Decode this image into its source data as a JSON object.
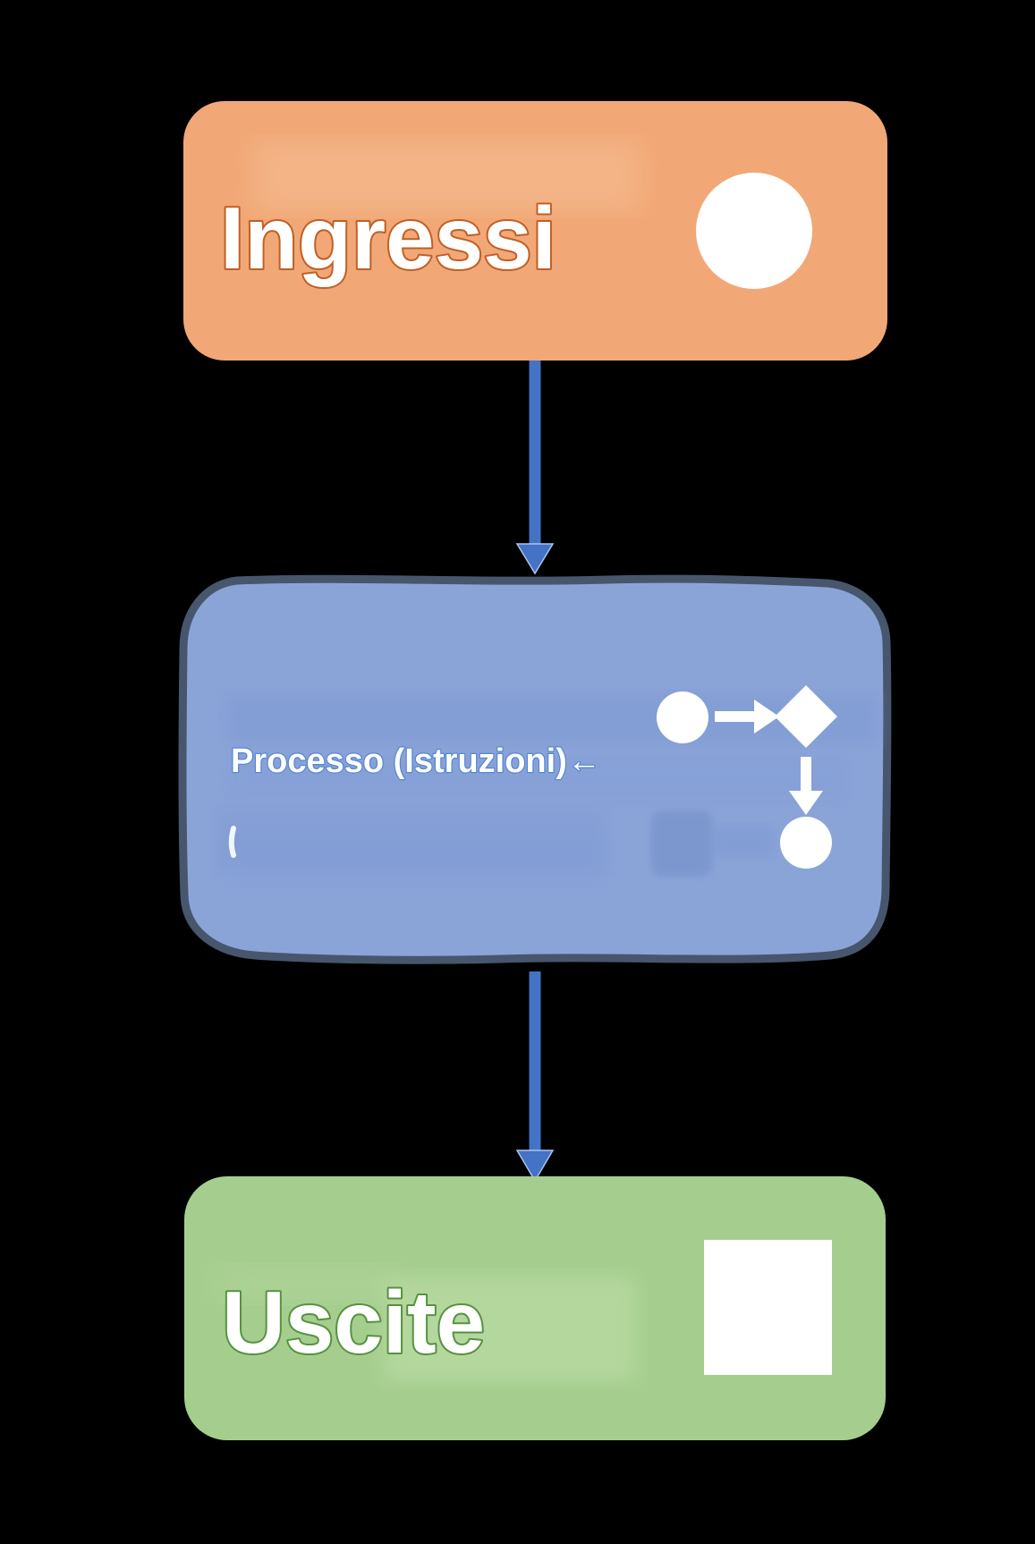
{
  "canvas": {
    "background": "#000000"
  },
  "nodes": {
    "inputs": {
      "label": "Ingressi",
      "fill": "#F1A876",
      "label_fill": "#FFFFFF",
      "label_outline": "#C05F24",
      "icon": "filled-circle-icon",
      "icon_color": "#FFFFFF"
    },
    "process": {
      "label": "Processo (Istruzioni)←",
      "fill": "#8BA4D8",
      "border": "#46566C",
      "label_fill": "#FFFFFF",
      "label_outline": "#5585D2",
      "icons": [
        "start-circle-icon",
        "arrow-right-icon",
        "decision-diamond-icon",
        "arrow-down-icon",
        "end-circle-icon"
      ],
      "icon_color": "#FFFFFF"
    },
    "outputs": {
      "label": "Uscite",
      "fill": "#A5CE8E",
      "label_fill": "#FFFFFF",
      "label_outline": "#55923F",
      "icon": "filled-square-icon",
      "icon_color": "#FFFFFF"
    }
  },
  "connectors": {
    "color": "#4472C4",
    "outline": "#A9C4EE"
  }
}
